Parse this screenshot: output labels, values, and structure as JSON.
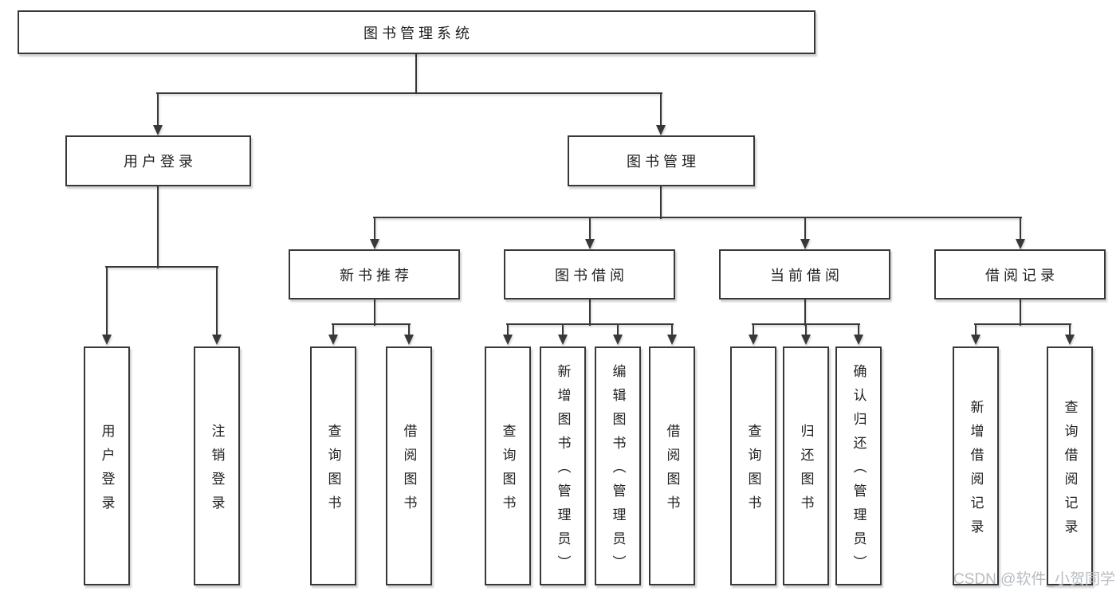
{
  "tree": {
    "root": "图书管理系统",
    "level2": [
      "用户登录",
      "图书管理"
    ],
    "level3": [
      "新书推荐",
      "图书借阅",
      "当前借阅",
      "借阅记录"
    ],
    "leaves_user_login": [
      "用户登录",
      "注销登录"
    ],
    "leaves_new_book": [
      "查询图书",
      "借阅图书"
    ],
    "leaves_book_borrow": [
      "查询图书",
      "新增图书（管理员）",
      "编辑图书（管理员）",
      "借阅图书"
    ],
    "leaves_current_borrow": [
      "查询图书",
      "归还图书",
      "确认归还（管理员）"
    ],
    "leaves_borrow_record": [
      "新增借阅记录",
      "查询借阅记录"
    ]
  },
  "watermark": "CSDN @软件_小贺同学",
  "colors": {
    "line": "#383838",
    "text": "#1f1f1f",
    "watermark": "#b7bcc1",
    "background": "#ffffff"
  }
}
